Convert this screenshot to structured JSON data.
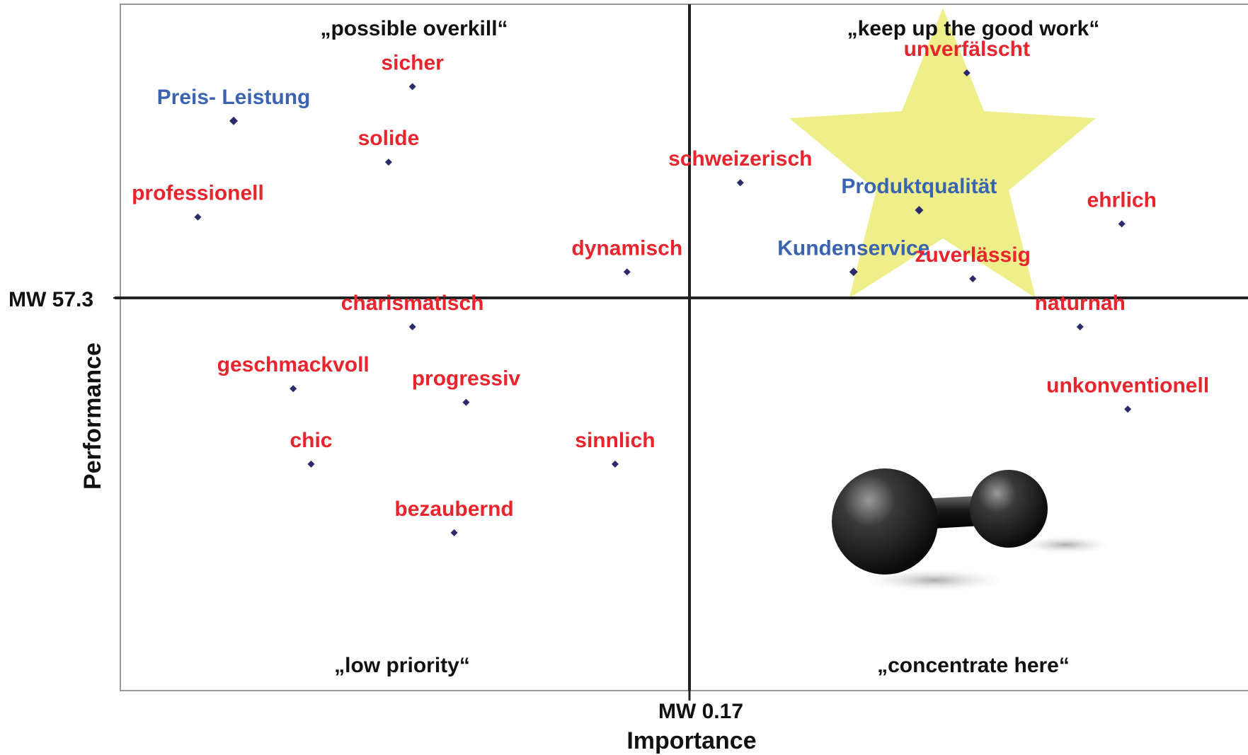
{
  "chart_data": {
    "type": "scatter",
    "xlabel": "Importance",
    "ylabel": "Performance",
    "x_reference_label": "MW 0.17",
    "y_reference_label": "MW 57.3",
    "quadrants": {
      "top_left": "„possible overkill“",
      "top_right": "„keep up the good work“",
      "bottom_left": "„low priority“",
      "bottom_right": "„concentrate here“"
    },
    "colors": {
      "brand_attribute": "#e8242c",
      "key_driver": "#3a63b0",
      "point": "#2b2a6b",
      "star": "#eeee8a",
      "axis": "#222222",
      "frame": "#999999"
    },
    "points": [
      {
        "label": "sicher",
        "x": 0.49,
        "y": 0.88,
        "group": "brand_attribute"
      },
      {
        "label": "Preis- Leistung",
        "x": 0.19,
        "y": 0.83,
        "group": "key_driver"
      },
      {
        "label": "solide",
        "x": 0.45,
        "y": 0.77,
        "group": "brand_attribute"
      },
      {
        "label": "professionell",
        "x": 0.13,
        "y": 0.69,
        "group": "brand_attribute"
      },
      {
        "label": "unverfälscht",
        "x": 1.42,
        "y": 0.9,
        "group": "brand_attribute"
      },
      {
        "label": "schweizerisch",
        "x": 1.04,
        "y": 0.74,
        "group": "brand_attribute"
      },
      {
        "label": "Produktqualität",
        "x": 1.34,
        "y": 0.7,
        "group": "key_driver"
      },
      {
        "label": "ehrlich",
        "x": 1.68,
        "y": 0.68,
        "group": "brand_attribute"
      },
      {
        "label": "dynamisch",
        "x": 0.85,
        "y": 0.61,
        "group": "brand_attribute"
      },
      {
        "label": "Kundenservice",
        "x": 1.23,
        "y": 0.61,
        "group": "key_driver"
      },
      {
        "label": "zuverlässig",
        "x": 1.43,
        "y": 0.6,
        "group": "brand_attribute"
      },
      {
        "label": "charismatisch",
        "x": 0.49,
        "y": 0.53,
        "group": "brand_attribute"
      },
      {
        "label": "naturnah",
        "x": 1.61,
        "y": 0.53,
        "group": "brand_attribute"
      },
      {
        "label": "geschmackvoll",
        "x": 0.29,
        "y": 0.44,
        "group": "brand_attribute"
      },
      {
        "label": "progressiv",
        "x": 0.58,
        "y": 0.42,
        "group": "brand_attribute"
      },
      {
        "label": "unkonventionell",
        "x": 1.69,
        "y": 0.41,
        "group": "brand_attribute"
      },
      {
        "label": "chic",
        "x": 0.32,
        "y": 0.33,
        "group": "brand_attribute"
      },
      {
        "label": "sinnlich",
        "x": 0.83,
        "y": 0.33,
        "group": "brand_attribute"
      },
      {
        "label": "bezaubernd",
        "x": 0.56,
        "y": 0.23,
        "group": "brand_attribute"
      }
    ]
  }
}
